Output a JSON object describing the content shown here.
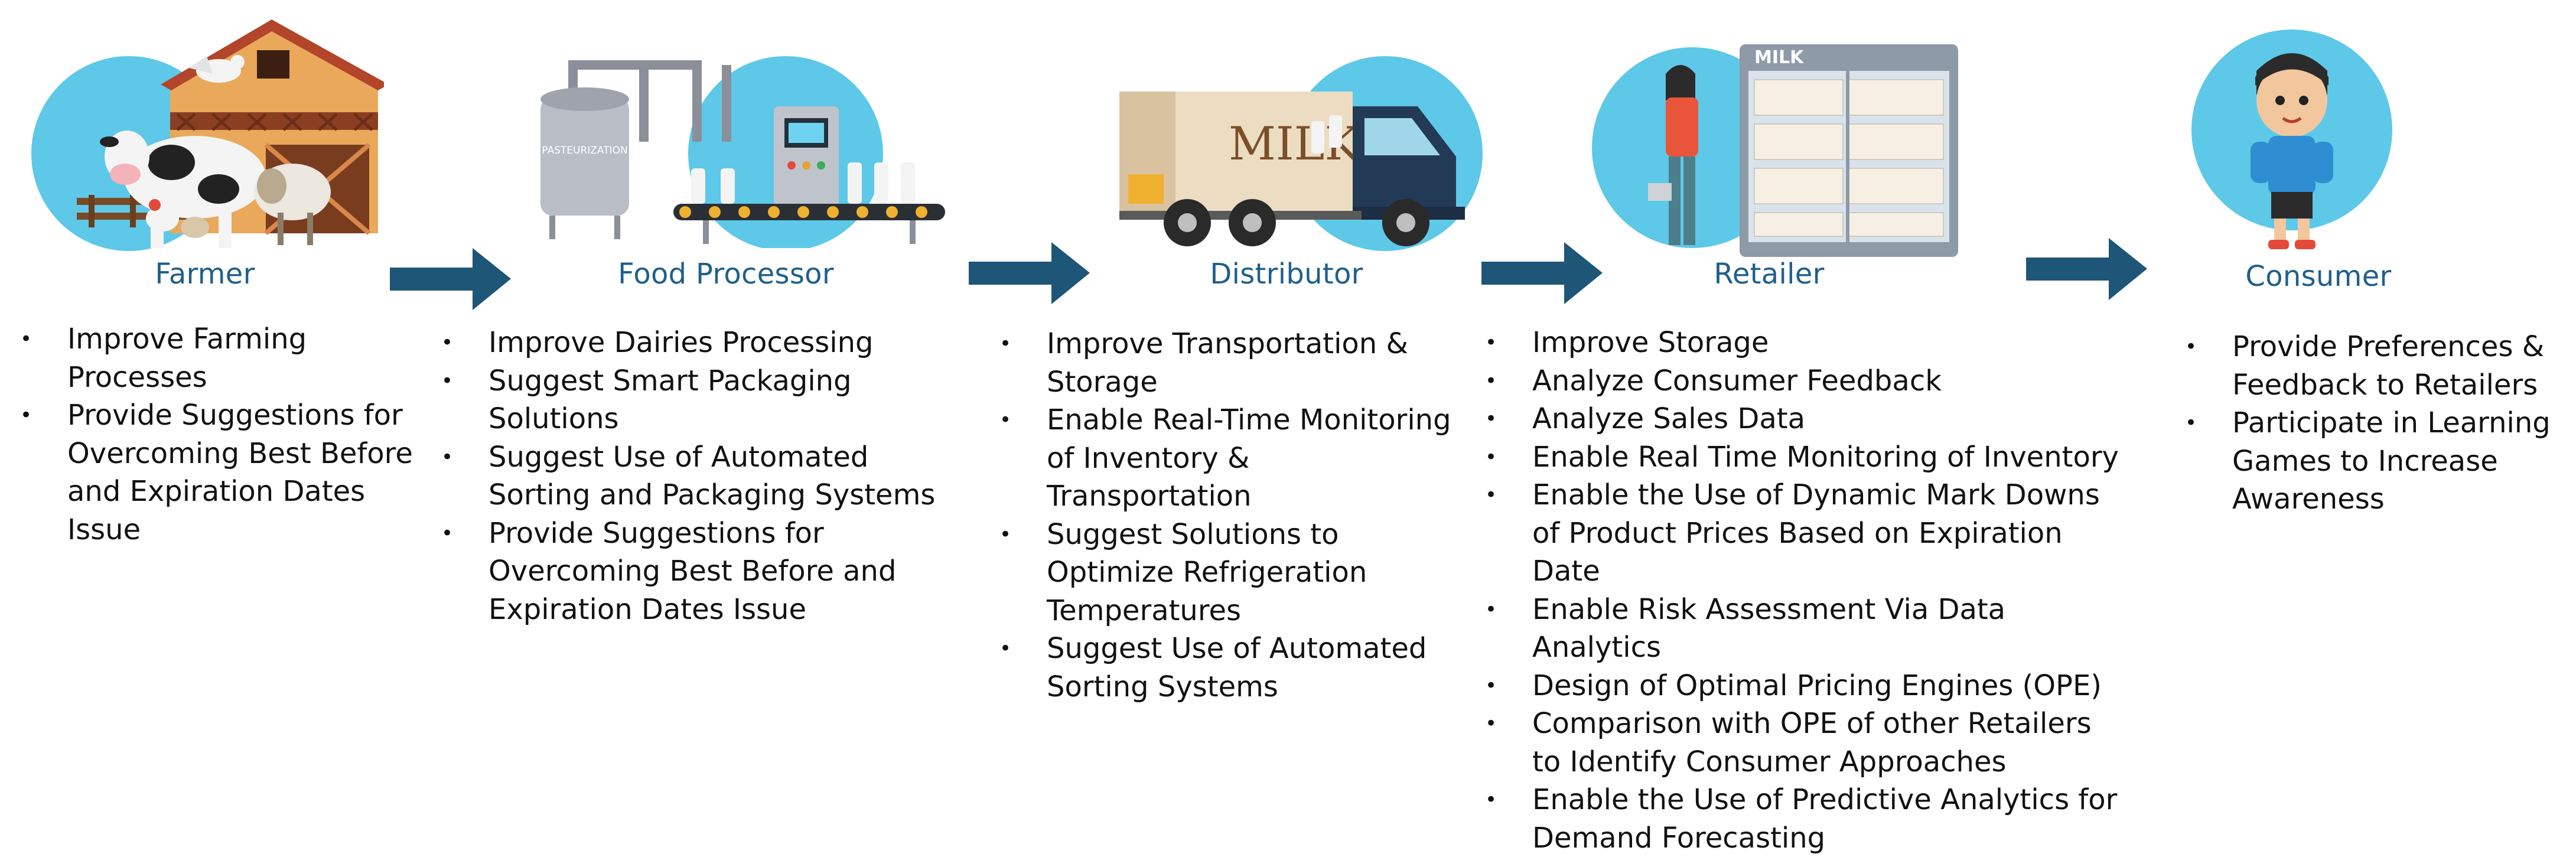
{
  "stages": [
    {
      "title": "Farmer",
      "items": [
        "Improve Farming Processes",
        "Provide Suggestions for Overcoming Best Before and Expiration Dates Issue"
      ]
    },
    {
      "title": "Food Processor",
      "items": [
        "Improve Dairies Processing",
        "Suggest Smart Packaging Solutions",
        "Suggest Use of  Automated Sorting and Packaging Systems",
        "Provide Suggestions for Overcoming Best Before and Expiration Dates Issue"
      ]
    },
    {
      "title": "Distributor",
      "items": [
        "Improve Transportation & Storage",
        "Enable Real-Time Monitoring of Inventory & Transportation",
        "Suggest Solutions to Optimize Refrigeration Temperatures",
        "Suggest Use of  Automated Sorting Systems"
      ]
    },
    {
      "title": "Retailer",
      "items": [
        "Improve Storage",
        "Analyze Consumer Feedback",
        "Analyze Sales Data",
        "Enable Real Time Monitoring of Inventory",
        "Enable the Use of Dynamic Mark Downs of Product Prices Based on Expiration Date",
        "Enable Risk Assessment Via Data Analytics",
        "Design of Optimal Pricing Engines (OPE)",
        "Comparison with OPE of other Retailers to Identify Consumer Approaches",
        "Enable the Use of Predictive Analytics for Demand Forecasting"
      ]
    },
    {
      "title": "Consumer",
      "items": [
        "Provide Preferences & Feedback to Retailers",
        "Participate in Learning Games to Increase Awareness"
      ]
    }
  ],
  "illustration_text": {
    "tank_label": "PASTEURIZATION",
    "truck_label": "MILK",
    "fridge_label": "MILK"
  },
  "colors": {
    "title": "#1f5f8b",
    "arrow": "#1d5677",
    "circle": "#5ec8e8"
  }
}
